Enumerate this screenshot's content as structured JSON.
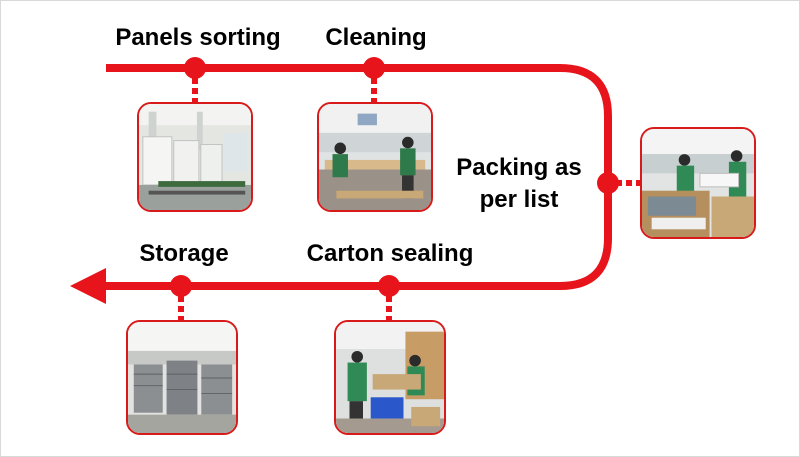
{
  "colors": {
    "flow_line": "#e8141b",
    "node": "#e8141b",
    "photo_border": "#d81a1a",
    "label_text": "#000000"
  },
  "steps": [
    {
      "id": "panels-sorting",
      "label": "Panels sorting",
      "image": "factory-panels-sorting-photo"
    },
    {
      "id": "cleaning",
      "label": "Cleaning",
      "image": "workers-cleaning-photo"
    },
    {
      "id": "packing",
      "label_lines": [
        "Packing as",
        "per list"
      ],
      "image": "workers-packing-photo"
    },
    {
      "id": "carton-sealing",
      "label": "Carton sealing",
      "image": "workers-carton-sealing-photo"
    },
    {
      "id": "storage",
      "label": "Storage",
      "image": "warehouse-storage-photo"
    }
  ]
}
